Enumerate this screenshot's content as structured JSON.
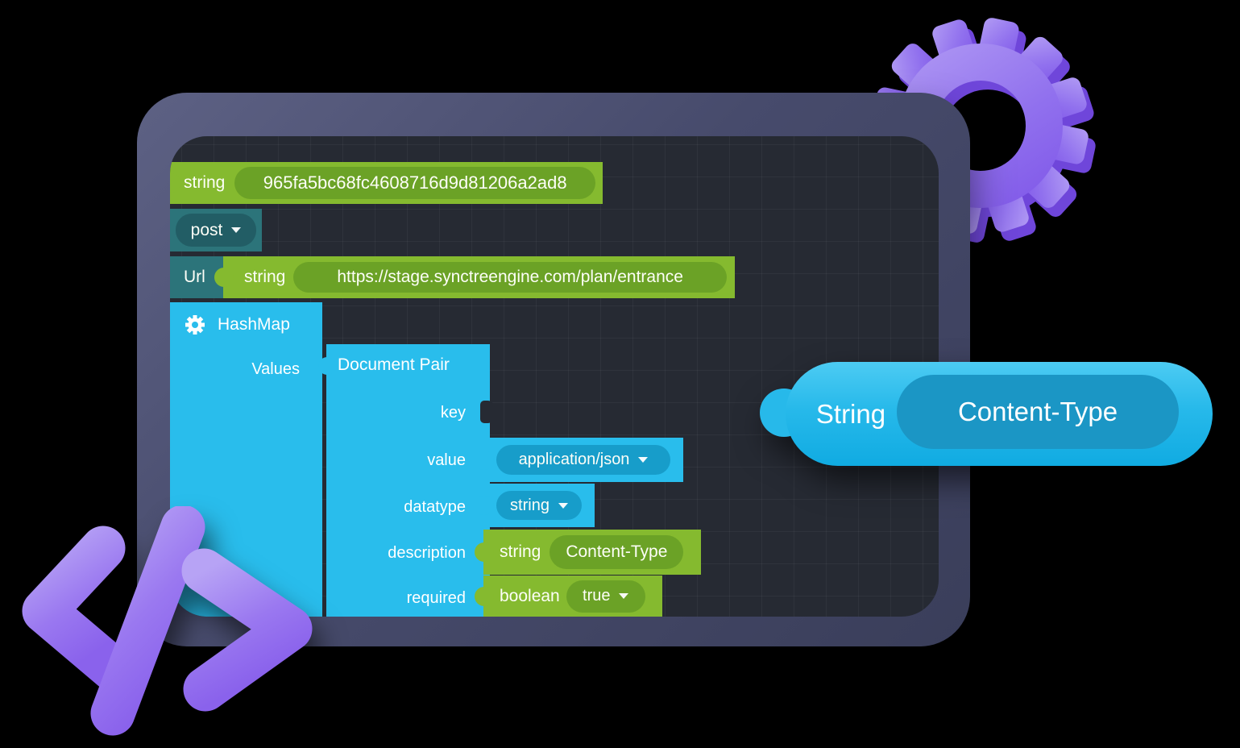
{
  "workspace_blocks": {
    "hash_block": {
      "type_label": "string",
      "value": "965fa5bc68fc4608716d9d81206a2ad8"
    },
    "method_block": {
      "selected": "post"
    },
    "url_block": {
      "label": "Url",
      "type_label": "string",
      "value": "https://stage.synctreengine.com/plan/entrance"
    },
    "hashmap_block": {
      "title": "HashMap",
      "input_label": "Values"
    },
    "document_pair_block": {
      "title": "Document Pair",
      "fields": {
        "key": {
          "label": "key"
        },
        "value": {
          "label": "value",
          "selected": "application/json"
        },
        "datatype": {
          "label": "datatype",
          "selected": "string"
        },
        "description": {
          "label": "description",
          "type_label": "string",
          "value": "Content-Type"
        },
        "required": {
          "label": "required",
          "type_label": "boolean",
          "selected": "true"
        }
      }
    }
  },
  "floating_block": {
    "type_label": "String",
    "value": "Content-Type"
  },
  "colors": {
    "block_green": "#85ba2f",
    "block_green_dark": "#6ba226",
    "block_teal": "#2c747a",
    "block_teal_dark": "#225d65",
    "block_cyan": "#29bdec",
    "block_cyan_dark": "#179dca",
    "floating_blue": "#27b9ea",
    "floating_blue_dark": "#1b96c5",
    "accent_purple": "#9478ee",
    "frame": "#474b6c",
    "workspace_bg": "#262a33"
  }
}
